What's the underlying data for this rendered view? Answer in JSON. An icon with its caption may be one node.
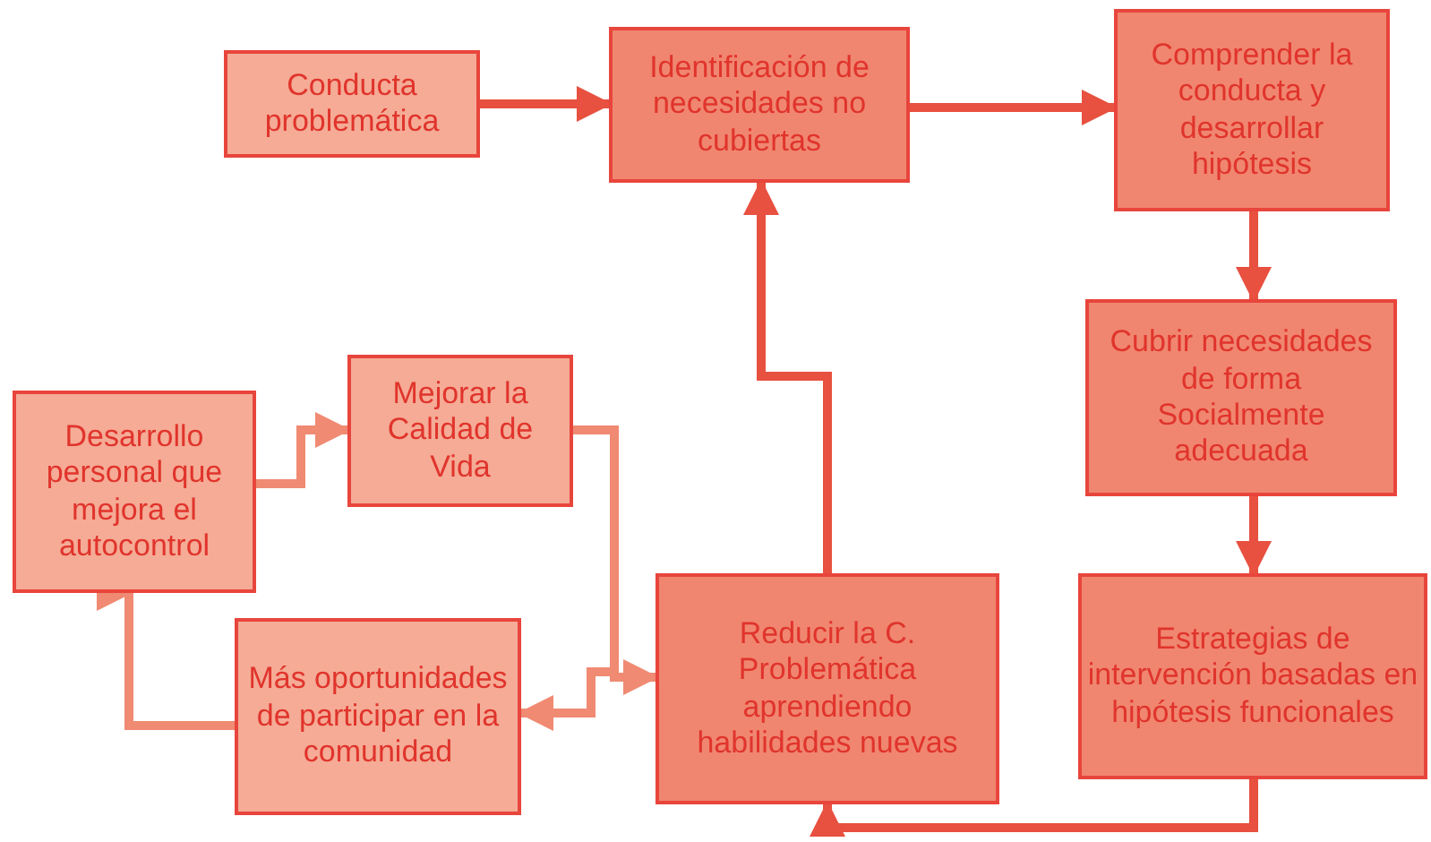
{
  "diagram": {
    "nodes": [
      {
        "text": [
          "Conducta problemática"
        ]
      },
      {
        "text": [
          "Identificación de necesidades no cubiertas"
        ]
      },
      {
        "text": [
          "Comprender la conducta y desarrollar hipótesis"
        ]
      },
      {
        "text": [
          "Cubrir necesidades de forma Socialmente adecuada"
        ]
      },
      {
        "text": [
          "Estrategias de intervención basadas en hipótesis funcionales"
        ]
      },
      {
        "text": [
          "Reducir la C. Problemática aprendiendo habilidades nuevas"
        ]
      },
      {
        "text": [
          "Mejorar la Calidad de Vida"
        ]
      },
      {
        "text": [
          "Desarrollo personal que mejora el autocontrol"
        ]
      },
      {
        "text": [
          "Más oportunidades de participar en la comunidad"
        ]
      }
    ],
    "edges": [
      {
        "from": 0,
        "to": 1,
        "arrow": "to"
      },
      {
        "from": 1,
        "to": 2,
        "arrow": "to"
      },
      {
        "from": 2,
        "to": 3,
        "arrow": "to"
      },
      {
        "from": 3,
        "to": 4,
        "arrow": "to"
      },
      {
        "from": 4,
        "to": 5,
        "arrow": "to"
      },
      {
        "from": 5,
        "to": 1,
        "arrow": "to"
      },
      {
        "from": 6,
        "to": 5,
        "arrow": "to",
        "color": "#f08a72"
      },
      {
        "from": 6,
        "to": 8,
        "arrow": "to",
        "color": "#f08a72"
      },
      {
        "from": 8,
        "to": 7,
        "arrow": "to",
        "color": "#f08a72"
      },
      {
        "from": 7,
        "to": 6,
        "arrow": "to",
        "color": "#f08a72"
      }
    ]
  }
}
